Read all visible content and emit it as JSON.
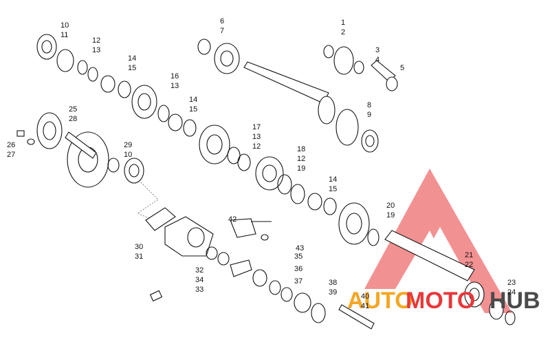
{
  "diagram": {
    "callouts": [
      "1",
      "2",
      "3",
      "4",
      "5",
      "6",
      "7",
      "8",
      "9",
      "10",
      "11",
      "12",
      "13",
      "14",
      "15",
      "16",
      "13",
      "14",
      "15",
      "17",
      "13",
      "12",
      "18",
      "12",
      "19",
      "14",
      "15",
      "20",
      "19",
      "21",
      "22",
      "23",
      "24",
      "25",
      "28",
      "26",
      "27",
      "29",
      "10",
      "30",
      "31",
      "42",
      "43",
      "32",
      "34",
      "33",
      "35",
      "36",
      "37",
      "38",
      "39",
      "40",
      "41"
    ]
  },
  "watermark": {
    "brand_a": "AUTO",
    "brand_b": "MOTO",
    "brand_c": "HUB",
    "colors": {
      "red": "#e8383a",
      "orange": "#f5a623",
      "gray": "#4a4a4a"
    }
  }
}
